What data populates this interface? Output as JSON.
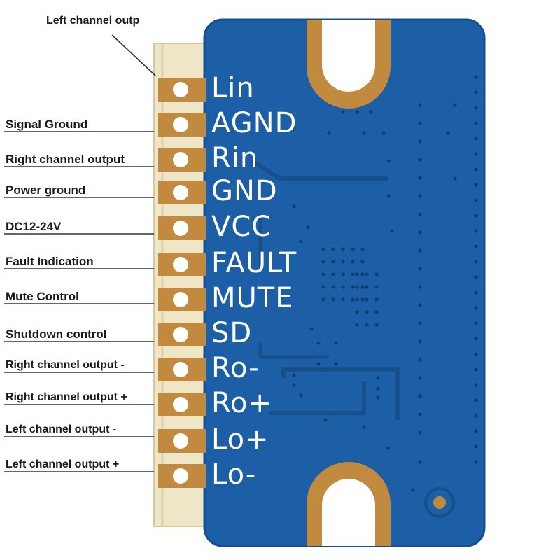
{
  "callout_labels": [
    "Left channel outp",
    "Signal Ground",
    "Right channel output",
    "Power ground",
    "DC12-24V",
    "Fault Indication",
    "Mute Control",
    "Shutdown control",
    "Right channel output -",
    "Right channel output +",
    "Left channel output -",
    "Left channel output +"
  ],
  "pin_labels": [
    "Lin",
    "AGND",
    "Rin",
    "GND",
    "VCC",
    "FAULT",
    "MUTE",
    "SD",
    "Ro-",
    "Ro+",
    "Lo+",
    "Lo-"
  ],
  "colors": {
    "board": "#1c5fa6",
    "board_edge": "#164f8c",
    "pad": "#c28a3e",
    "header": "#efe6c8",
    "silkscreen": "#ffffff",
    "leader_line": "#333333"
  }
}
